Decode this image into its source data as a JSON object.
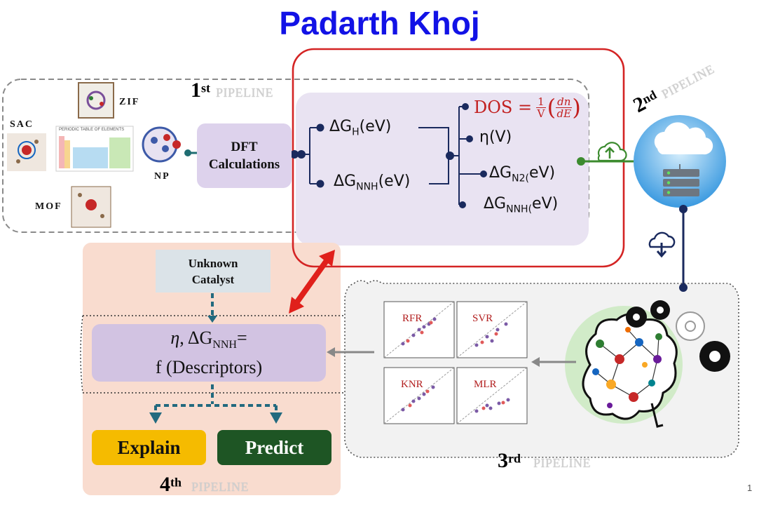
{
  "title": "Padarth Khoj",
  "pipelines": {
    "p1": {
      "num": "1",
      "sup": "st",
      "word": "PIPELINE"
    },
    "p2": {
      "num": "2",
      "sup": "nd",
      "word": "PIPELINE"
    },
    "p3": {
      "num": "3",
      "sup": "rd",
      "word": "PIPELINE"
    },
    "p4": {
      "num": "4",
      "sup": "th",
      "word": "PIPELINE"
    }
  },
  "materials": {
    "sac": "SAC",
    "zif": "ZIF",
    "np": "NP",
    "mof": "MOF",
    "periodic_table": "PERIODIC TABLE OF ELEMENTS"
  },
  "dft": {
    "line1": "DFT",
    "line2": "Calculations"
  },
  "params": {
    "dgh_base": "ΔG",
    "dgh_sub": "H",
    "dgh_tail": "(eV)",
    "dgnnh_base": "ΔG",
    "dgnnh_sub": "NNH",
    "dgnnh_tail": "(eV)",
    "dos_lhs": "DOS =",
    "eta": "η(V)",
    "dgn2_base": "ΔG",
    "dgn2_sub": "N2(",
    "dgn2_tail": "eV)",
    "dgnnh2_base": "ΔG",
    "dgnnh2_sub": "NNH(",
    "dgnnh2_tail": "eV)"
  },
  "unknown": {
    "line1": "Unknown",
    "line2": "Catalyst"
  },
  "formula": {
    "eta": "η",
    "sep": ", ΔG",
    "sub": "NNH",
    "eq": "=",
    "line2": "f (Descriptors)"
  },
  "buttons": {
    "explain": "Explain",
    "predict": "Predict"
  },
  "ml_models": [
    "RFR",
    "SVR",
    "KNR",
    "MLR"
  ],
  "page_number": "1",
  "colors": {
    "title": "#1212e6",
    "red_frame": "#d42424",
    "navy": "#1a2a5e",
    "explain": "#f5bb00",
    "predict": "#1e5524"
  }
}
